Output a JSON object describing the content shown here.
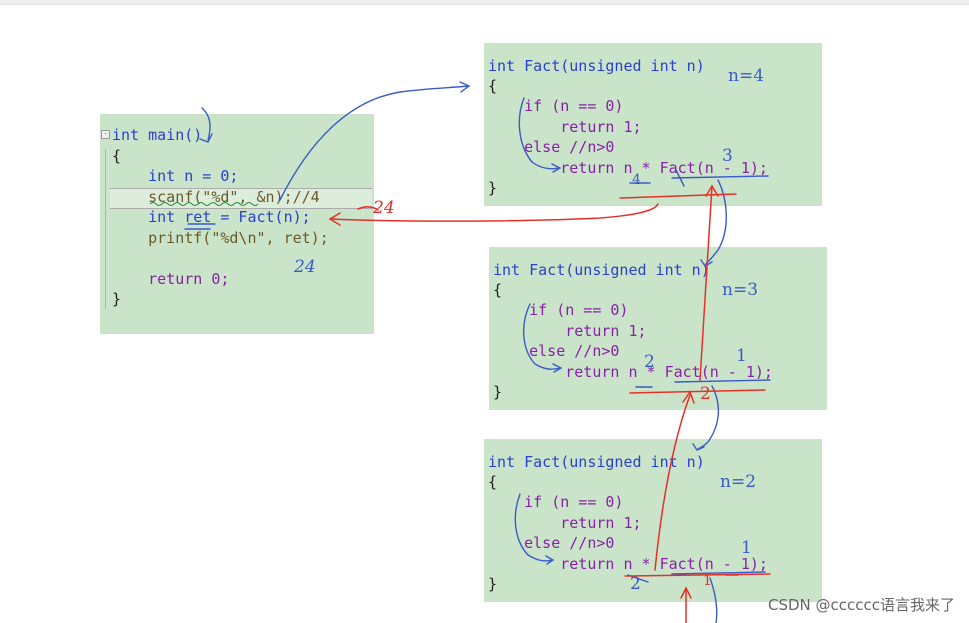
{
  "main_panel": {
    "lines": [
      "int main()",
      "{",
      "    int n = 0;",
      "    scanf(\"%d\", &n);//4",
      "    int ret = Fact(n);",
      "    printf(\"%d\\n\", ret);",
      "",
      "    return 0;",
      "}"
    ]
  },
  "fact_panels": [
    {
      "label": "n=4",
      "lines": [
        "int Fact(unsigned int n)",
        "{",
        "    if (n == 0)",
        "        return 1;",
        "    else //n>0",
        "        return n * Fact(n - 1);",
        "}"
      ],
      "marks": {
        "above": "3",
        "below": "4"
      }
    },
    {
      "label": "n=3",
      "lines": [
        "int Fact(unsigned int n)",
        "{",
        "    if (n == 0)",
        "        return 1;",
        "    else //n>0",
        "        return n * Fact(n - 1);",
        "}"
      ],
      "marks": {
        "above": "2",
        "above2": "1",
        "below": "2"
      }
    },
    {
      "label": "n=2",
      "lines": [
        "int Fact(unsigned int n)",
        "{",
        "    if (n == 0)",
        "        return 1;",
        "    else //n>0",
        "        return n * Fact(n - 1);",
        "}"
      ],
      "marks": {
        "above": "1",
        "below": "2",
        "below2": "1"
      }
    }
  ],
  "annotations": {
    "ret_value": "24",
    "red_value": "24"
  },
  "watermark": "CSDN @cccccc语言我来了",
  "colors": {
    "panel_bg": "#c9e4c9",
    "keyword": "#2b3fd1",
    "control": "#8a1fa8",
    "string": "#a3151b",
    "comment": "#2e8b2e",
    "ink_blue": "#3b5bc6",
    "ink_red": "#e8302a"
  }
}
